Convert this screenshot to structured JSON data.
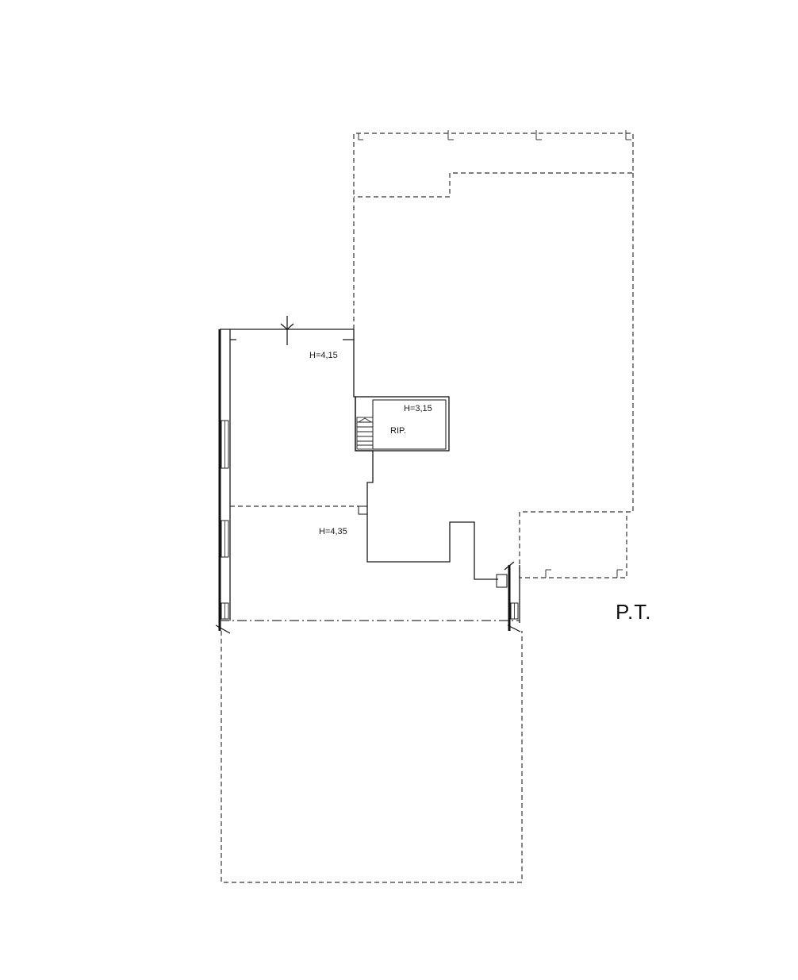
{
  "labels": {
    "height_main": "H=4,15",
    "height_storage": "H=3,15",
    "storage_room": "RIP.",
    "height_lower": "H=4,35",
    "floor_name": "P.T."
  }
}
